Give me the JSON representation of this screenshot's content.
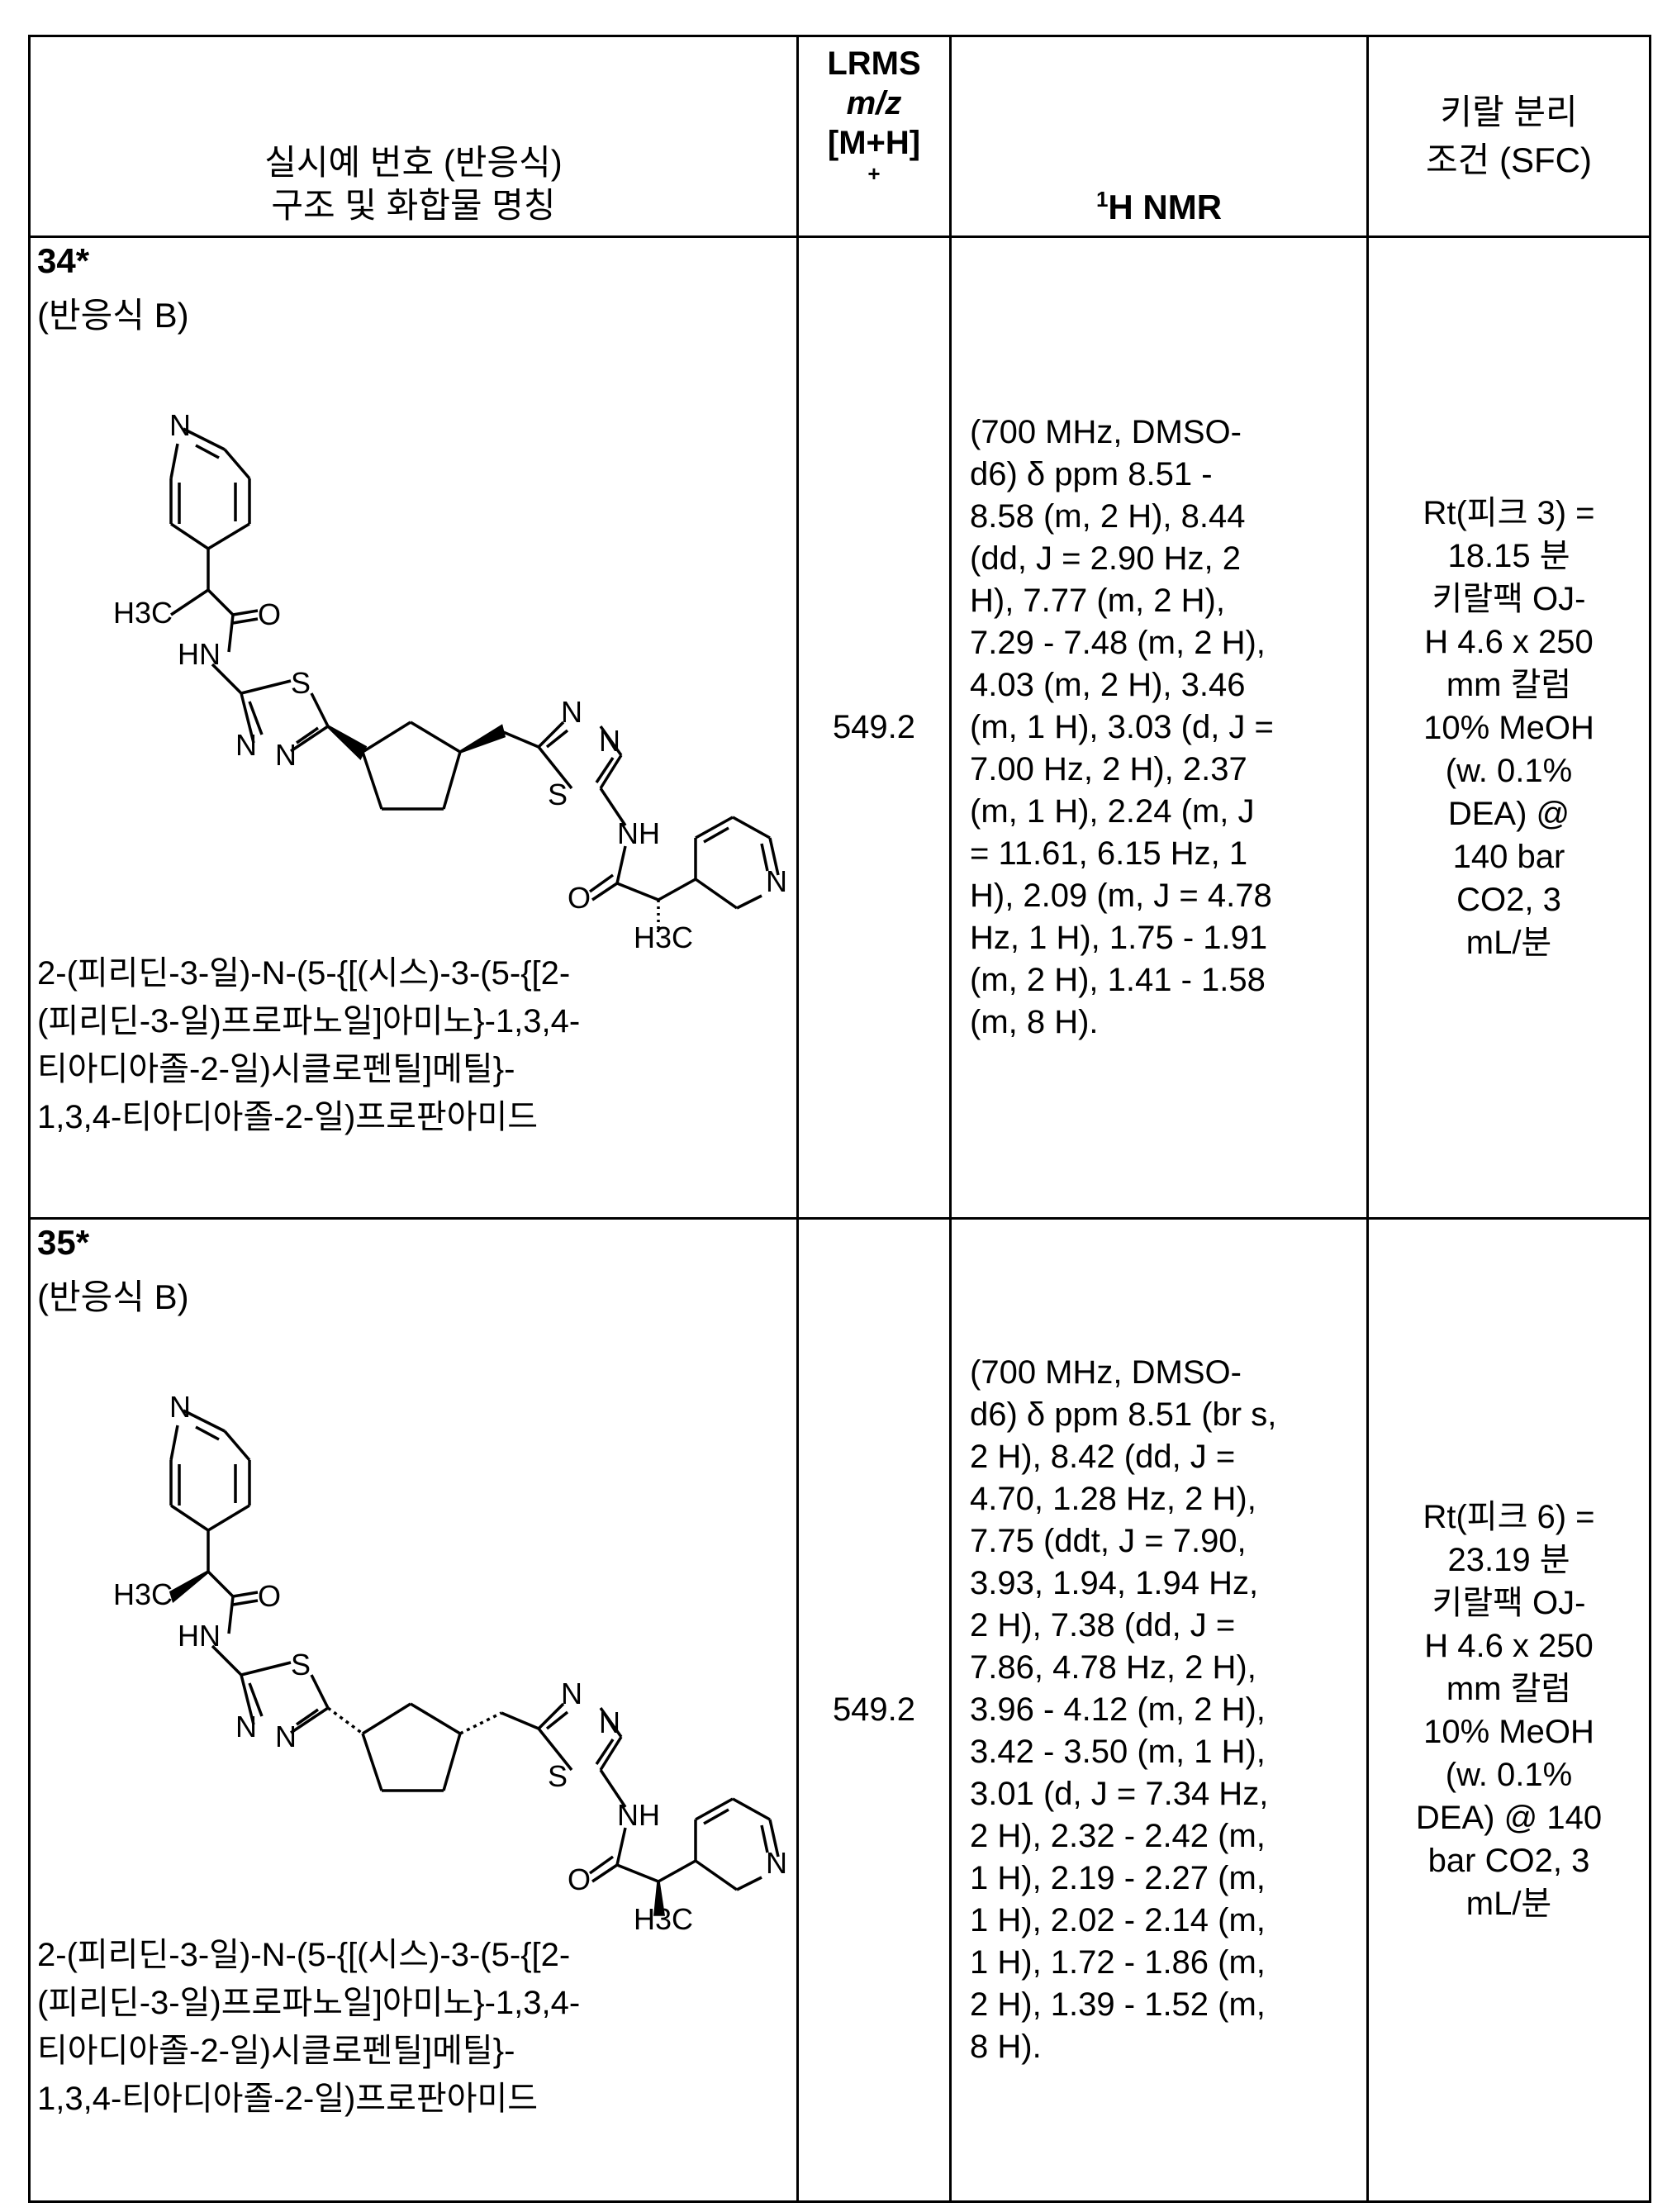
{
  "header": {
    "example_line1": "실시예 번호 (반응식)",
    "example_line2": "구조 및 화합물 명칭",
    "lrms_line1": "LRMS",
    "lrms_line2": "m/z",
    "lrms_line3": "[M+H]",
    "lrms_line4": "+",
    "nmr_sup": "1",
    "nmr_label": "H NMR",
    "chiral_line1": "키랄 분리",
    "chiral_line2": "조건 (SFC)"
  },
  "rows": [
    {
      "number": "34*",
      "scheme": "(반응식 B)",
      "structure_labels": {
        "n_top": "N",
        "h3c_top": "H3C",
        "o_top": "O",
        "hn": "HN",
        "s_left": "S",
        "n1": "N",
        "n2": "N",
        "n3": "N",
        "n4": "N",
        "s_right": "S",
        "nh": "NH",
        "o_bot": "O",
        "n_bot": "N",
        "h3c_bot": "H3C"
      },
      "name_lines": [
        "2-(피리딘-3-일)-N-(5-{[(시스)-3-(5-{[2-",
        "(피리딘-3-일)프로파노일]아미노}-1,3,4-",
        "티아디아졸-2-일)시클로펜틸]메틸}-",
        "1,3,4-티아디아졸-2-일)프로판아미드"
      ],
      "lrms": "549.2",
      "nmr_lines": [
        "(700 MHz, DMSO-",
        "d6) δ ppm 8.51 -",
        "8.58 (m, 2 H), 8.44",
        "(dd, J = 2.90 Hz, 2",
        "H), 7.77 (m, 2 H),",
        "7.29 - 7.48 (m, 2 H),",
        "4.03 (m, 2 H), 3.46",
        "(m, 1 H), 3.03 (d, J =",
        "7.00 Hz, 2 H), 2.37",
        "(m, 1 H), 2.24 (m, J",
        "= 11.61, 6.15 Hz, 1",
        "H), 2.09 (m, J = 4.78",
        "Hz, 1 H), 1.75 - 1.91",
        "(m, 2 H), 1.41 - 1.58",
        "(m, 8 H)."
      ],
      "chiral_lines": [
        "Rt(피크 3) =",
        "18.15 분",
        "키랄팩 OJ-",
        "H 4.6 x 250",
        "mm 칼럼",
        "10% MeOH",
        "(w. 0.1%",
        "DEA)  @",
        "140 bar",
        "CO2, 3",
        "mL/분"
      ]
    },
    {
      "number": "35*",
      "scheme": "(반응식 B)",
      "structure_labels": {
        "n_top": "N",
        "h3c_top": "H3C",
        "o_top": "O",
        "hn": "HN",
        "s_left": "S",
        "n1": "N",
        "n2": "N",
        "n3": "N",
        "n4": "N",
        "s_right": "S",
        "nh": "NH",
        "o_bot": "O",
        "n_bot": "N",
        "h3c_bot": "H3C"
      },
      "name_lines": [
        "2-(피리딘-3-일)-N-(5-{[(시스)-3-(5-{[2-",
        "(피리딘-3-일)프로파노일]아미노}-1,3,4-",
        "티아디아졸-2-일)시클로펜틸]메틸}-",
        "1,3,4-티아디아졸-2-일)프로판아미드"
      ],
      "lrms": "549.2",
      "nmr_lines": [
        "(700 MHz, DMSO-",
        "d6) δ ppm 8.51 (br s,",
        "2 H), 8.42 (dd, J =",
        "4.70, 1.28 Hz, 2 H),",
        "7.75 (ddt, J = 7.90,",
        "3.93, 1.94, 1.94 Hz,",
        "2 H), 7.38 (dd, J =",
        "7.86, 4.78 Hz, 2 H),",
        "3.96 - 4.12 (m, 2 H),",
        "3.42 - 3.50 (m, 1 H),",
        "3.01 (d, J = 7.34 Hz,",
        "2 H), 2.32 - 2.42 (m,",
        "1 H), 2.19 - 2.27 (m,",
        "1 H), 2.02 - 2.14 (m,",
        "1 H), 1.72 - 1.86 (m,",
        "2 H), 1.39 - 1.52 (m,",
        "8 H)."
      ],
      "chiral_lines": [
        "Rt(피크 6) =",
        "23.19 분",
        "키랄팩 OJ-",
        "H 4.6 x 250",
        "mm 칼럼",
        "10% MeOH",
        "(w. 0.1%",
        "DEA) @ 140",
        "bar CO2, 3",
        "mL/분"
      ]
    }
  ]
}
